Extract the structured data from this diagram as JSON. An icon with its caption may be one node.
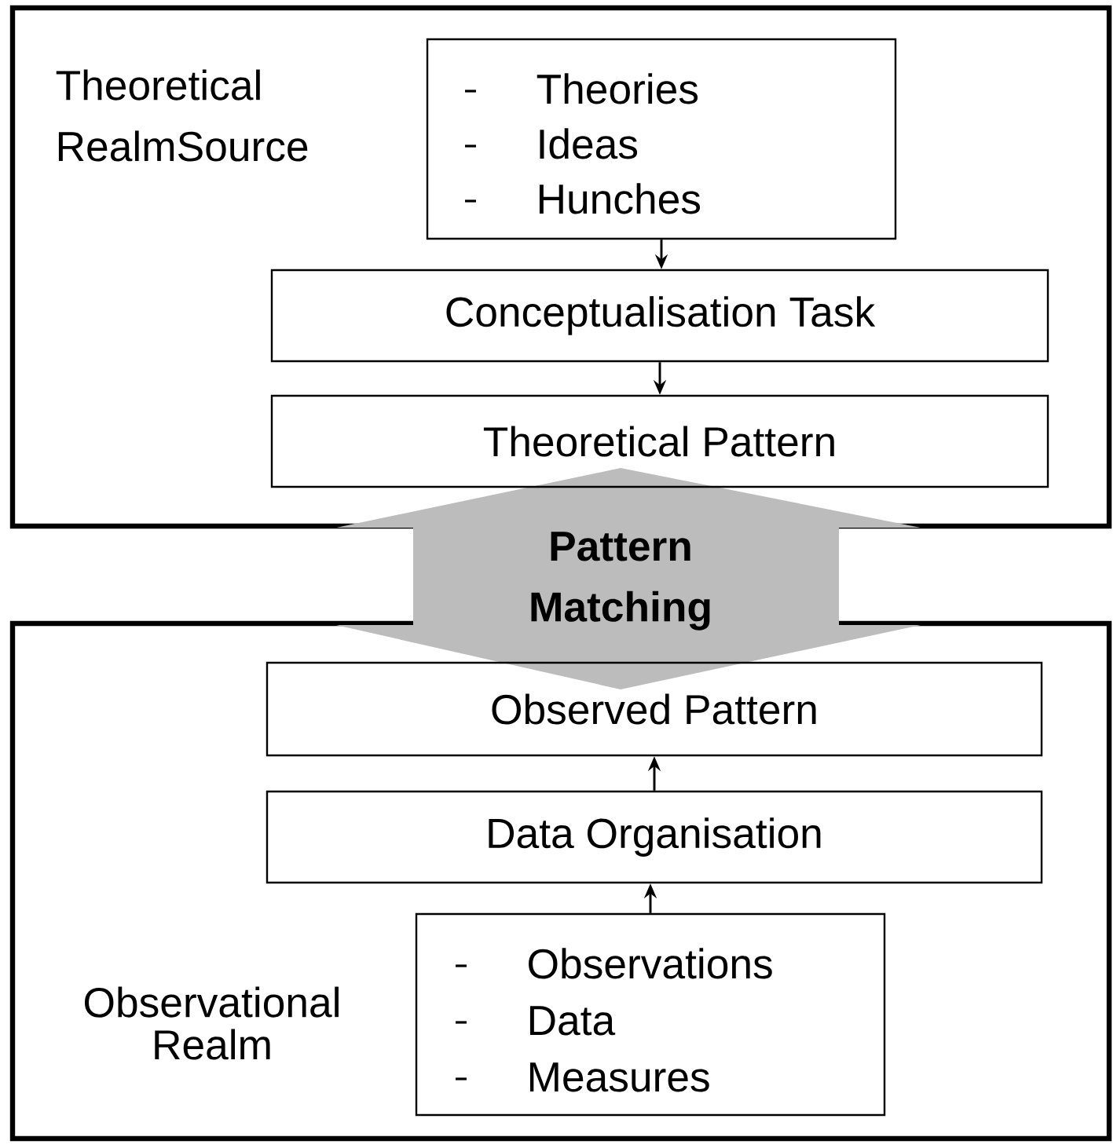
{
  "diagram": {
    "nodes": [
      {
        "text": [
          "Theoretical RealmSource"
        ]
      },
      {
        "text": [
          "Theories",
          "Ideas",
          "Hunches"
        ],
        "in": 0
      },
      {
        "text": [
          "Conceptualisation Task"
        ],
        "in": 0
      },
      {
        "text": [
          "Theoretical Pattern"
        ],
        "in": 0
      },
      {
        "text": [
          "Pattern Matching"
        ]
      },
      {
        "text": [
          "Observational Realm"
        ]
      },
      {
        "text": [
          "Observed Pattern"
        ],
        "in": 5
      },
      {
        "text": [
          "Data Organisation"
        ],
        "in": 5
      },
      {
        "text": [
          "Observations",
          "Data",
          "Measures"
        ],
        "in": 5
      }
    ],
    "edges": [
      {
        "from": 1,
        "to": 2,
        "arrow": "to"
      },
      {
        "from": 2,
        "to": 3,
        "arrow": "to"
      },
      {
        "from": 8,
        "to": 7,
        "arrow": "to"
      },
      {
        "from": 7,
        "to": 6,
        "arrow": "to"
      }
    ]
  }
}
